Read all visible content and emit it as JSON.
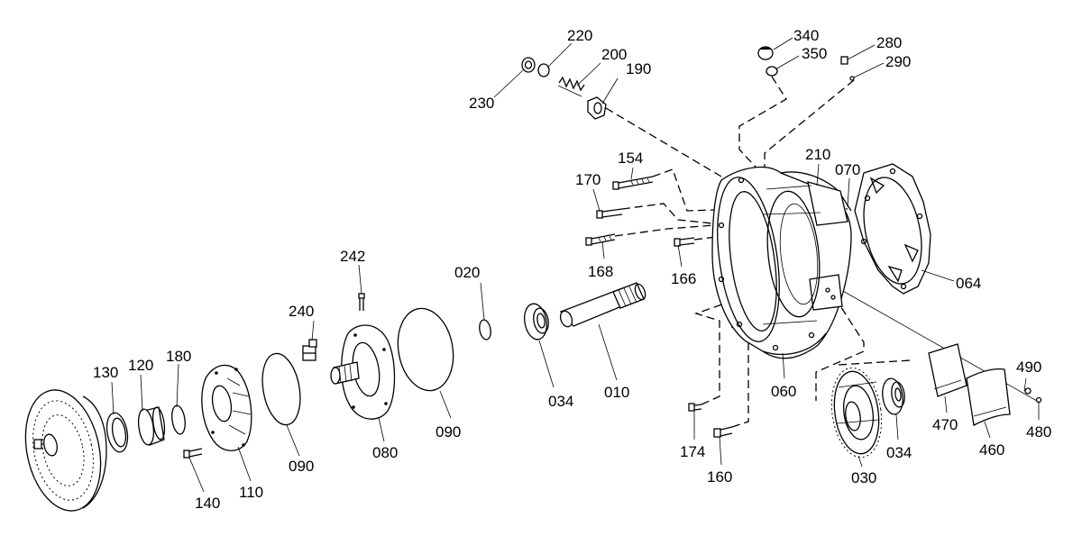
{
  "diagram": {
    "part_labels": [
      {
        "id": "p220",
        "text": "220"
      },
      {
        "id": "p200",
        "text": "200"
      },
      {
        "id": "p190",
        "text": "190"
      },
      {
        "id": "p230",
        "text": "230"
      },
      {
        "id": "p340",
        "text": "340"
      },
      {
        "id": "p350",
        "text": "350"
      },
      {
        "id": "p280",
        "text": "280"
      },
      {
        "id": "p290",
        "text": "290"
      },
      {
        "id": "p154",
        "text": "154"
      },
      {
        "id": "p170",
        "text": "170"
      },
      {
        "id": "p210",
        "text": "210"
      },
      {
        "id": "p070",
        "text": "070"
      },
      {
        "id": "p168",
        "text": "168"
      },
      {
        "id": "p166",
        "text": "166"
      },
      {
        "id": "p064",
        "text": "064"
      },
      {
        "id": "p242",
        "text": "242"
      },
      {
        "id": "p020",
        "text": "020"
      },
      {
        "id": "p240",
        "text": "240"
      },
      {
        "id": "p130",
        "text": "130"
      },
      {
        "id": "p120",
        "text": "120"
      },
      {
        "id": "p180",
        "text": "180"
      },
      {
        "id": "p034a",
        "text": "034"
      },
      {
        "id": "p010",
        "text": "010"
      },
      {
        "id": "p060",
        "text": "060"
      },
      {
        "id": "p490",
        "text": "490"
      },
      {
        "id": "p480",
        "text": "480"
      },
      {
        "id": "p470",
        "text": "470"
      },
      {
        "id": "p460",
        "text": "460"
      },
      {
        "id": "p034b",
        "text": "034"
      },
      {
        "id": "p030",
        "text": "030"
      },
      {
        "id": "p174",
        "text": "174"
      },
      {
        "id": "p160",
        "text": "160"
      },
      {
        "id": "p090a",
        "text": "090"
      },
      {
        "id": "p090b",
        "text": "090"
      },
      {
        "id": "p080",
        "text": "080"
      },
      {
        "id": "p110",
        "text": "110"
      },
      {
        "id": "p140",
        "text": "140"
      }
    ]
  }
}
